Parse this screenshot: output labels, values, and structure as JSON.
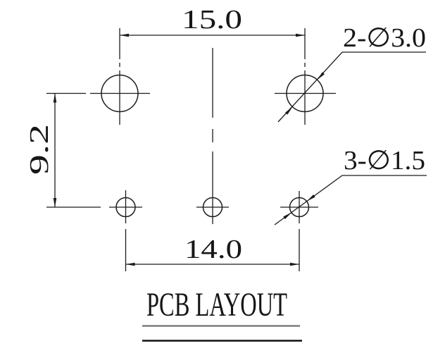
{
  "drawing": {
    "title": "PCB LAYOUT",
    "dimensions": {
      "top_width": "15.0",
      "bottom_width": "14.0",
      "left_height": "9.2"
    },
    "callouts": {
      "large_holes": "2-∅3.0",
      "small_holes": "3-∅1.5"
    },
    "holes": {
      "large_count": 2,
      "large_diameter_mm": 3.0,
      "small_count": 3,
      "small_diameter_mm": 1.5
    },
    "colors": {
      "line": "#1c1c1c",
      "background": "#ffffff",
      "title_rule_upper": "#7d7d7d",
      "title_rule_lower": "#111111"
    }
  }
}
